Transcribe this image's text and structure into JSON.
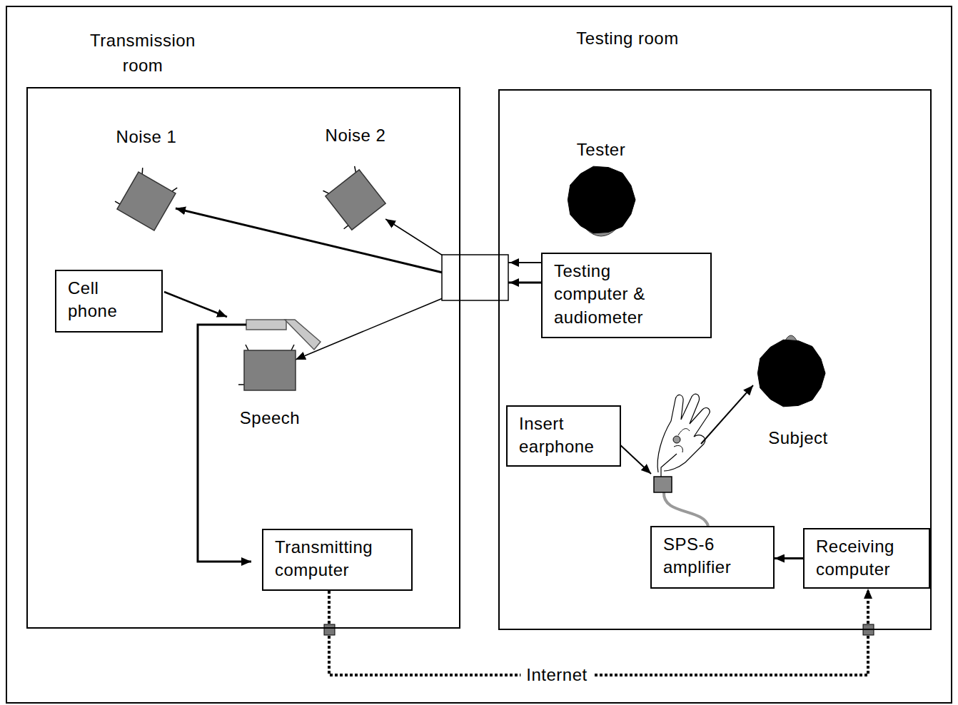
{
  "diagram": {
    "nodes": [
      {
        "text": [
          "Transmission room"
        ]
      },
      {
        "text": [
          "Noise 1"
        ],
        "in": 0
      },
      {
        "text": [
          "Noise 2"
        ],
        "in": 0
      },
      {
        "text": [
          "Cell phone"
        ],
        "in": 0
      },
      {
        "text": [
          "Speech"
        ],
        "in": 0
      },
      {
        "text": [
          "Transmitting computer"
        ],
        "in": 0
      },
      {
        "text": [
          "Testing room"
        ]
      },
      {
        "text": [
          "Tester"
        ],
        "in": 6
      },
      {
        "text": [
          "Testing computer & audiometer"
        ],
        "in": 6
      },
      {
        "text": [
          "Insert earphone"
        ],
        "in": 6
      },
      {
        "text": [
          "Subject"
        ],
        "in": 6
      },
      {
        "text": [
          "SPS-6 amplifier"
        ],
        "in": 6
      },
      {
        "text": [
          "Receiving computer"
        ],
        "in": 6
      }
    ],
    "edges": [
      {
        "from": 8,
        "to": 1,
        "arrow": "to"
      },
      {
        "from": 8,
        "to": 2,
        "arrow": "to"
      },
      {
        "from": 8,
        "to": 4,
        "arrow": "to"
      },
      {
        "from": 5,
        "to": 12,
        "label": "Internet",
        "arrow": "to"
      },
      {
        "from": 12,
        "to": 11,
        "arrow": "to"
      }
    ]
  }
}
